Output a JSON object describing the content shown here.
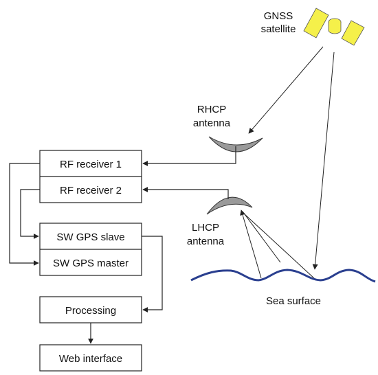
{
  "satellite": {
    "label_line1": "GNSS",
    "label_line2": "satellite",
    "panel_color": "#f5f04a"
  },
  "rhcp": {
    "label_line1": "RHCP",
    "label_line2": "antenna",
    "dish_color": "#9a9a9a"
  },
  "lhcp": {
    "label_line1": "LHCP",
    "label_line2": "antenna",
    "dish_color": "#9a9a9a"
  },
  "sea": {
    "label": "Sea surface",
    "line_color": "#2a3f8f"
  },
  "blocks": {
    "rf_receiver_1": "RF receiver 1",
    "rf_receiver_2": "RF receiver 2",
    "sw_gps_slave": "SW GPS slave",
    "sw_gps_master": "SW GPS master",
    "processing": "Processing",
    "web_interface": "Web interface"
  }
}
